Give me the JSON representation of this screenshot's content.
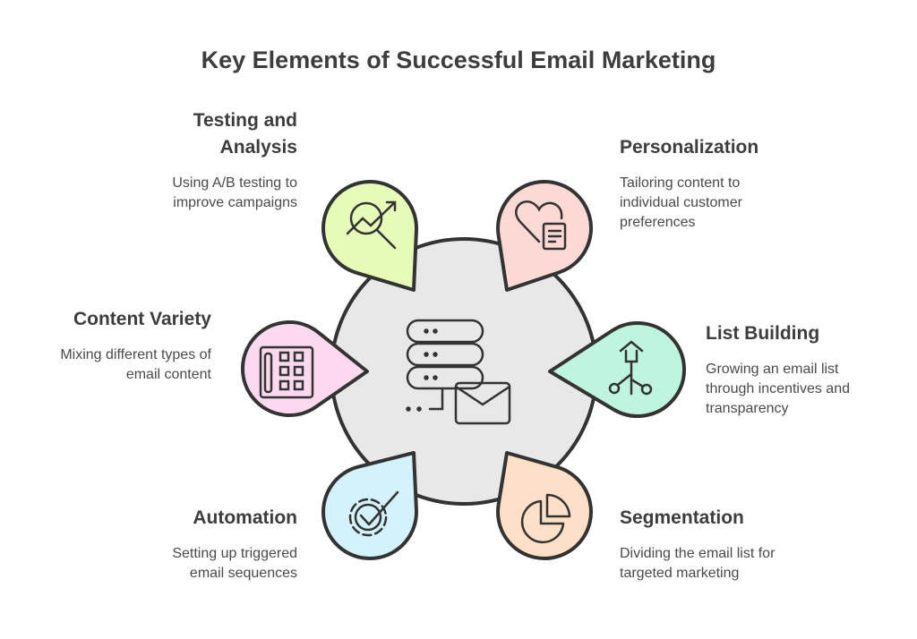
{
  "title": "Key Elements of Successful Email Marketing",
  "center": {
    "icon": "email-server-icon",
    "color": "#e8e8e8"
  },
  "items": [
    {
      "title": "Testing and Analysis",
      "desc": "Using A/B testing to improve campaigns",
      "icon": "analytics-magnifier-icon",
      "color": "#e6fbb8"
    },
    {
      "title": "Personalization",
      "desc": "Tailoring content to individual customer preferences",
      "icon": "heart-document-icon",
      "color": "#fdd9d5"
    },
    {
      "title": "Content Variety",
      "desc": "Mixing different types of email content",
      "icon": "palette-grid-icon",
      "color": "#fcd9ef"
    },
    {
      "title": "List Building",
      "desc": "Growing an email list through incentives and transparency",
      "icon": "growth-plant-icon",
      "color": "#bff5de"
    },
    {
      "title": "Automation",
      "desc": "Setting up triggered email sequences",
      "icon": "gear-check-icon",
      "color": "#d3f2fb"
    },
    {
      "title": "Segmentation",
      "desc": "Dividing the email list for targeted marketing",
      "icon": "pie-chart-icon",
      "color": "#fde0c7"
    }
  ]
}
